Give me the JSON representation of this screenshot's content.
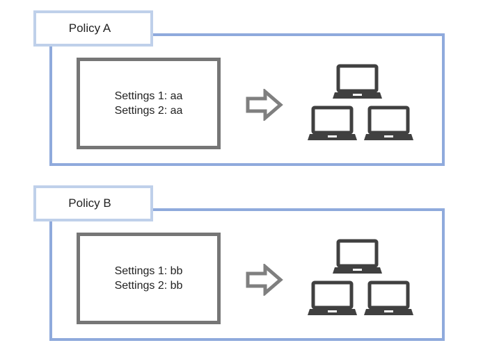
{
  "policies": [
    {
      "name": "Policy A",
      "settings": [
        "Settings 1: aa",
        "Settings 2: aa"
      ]
    },
    {
      "name": "Policy B",
      "settings": [
        "Settings 1: bb",
        "Settings 2: bb"
      ]
    }
  ],
  "colors": {
    "outer_border": "#8faadc",
    "tab_border": "#bfd0ea",
    "settings_border": "#767676",
    "arrow": "#7f7f7f",
    "computer": "#404040"
  },
  "icons": {
    "apply_arrow": "arrow-right-icon",
    "network": "computer-network-icon"
  }
}
